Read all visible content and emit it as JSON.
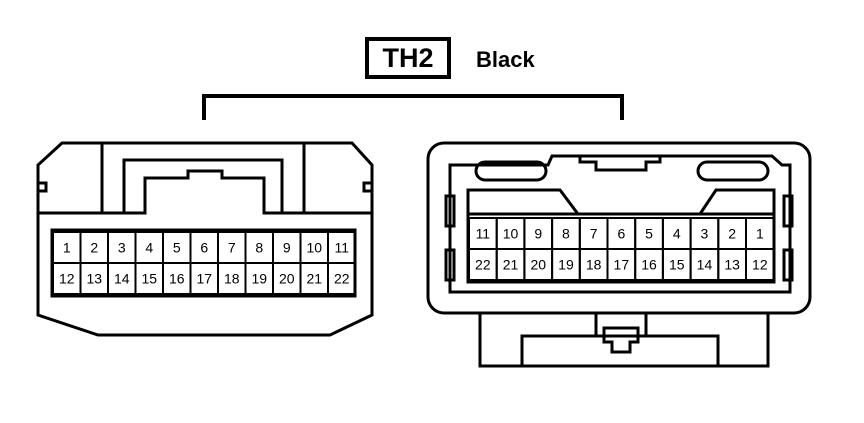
{
  "connector": {
    "code": "TH2",
    "color": "Black"
  },
  "left_face": {
    "rows": [
      [
        "1",
        "2",
        "3",
        "4",
        "5",
        "6",
        "7",
        "8",
        "9",
        "10",
        "11"
      ],
      [
        "12",
        "13",
        "14",
        "15",
        "16",
        "17",
        "18",
        "19",
        "20",
        "21",
        "22"
      ]
    ]
  },
  "right_face": {
    "rows": [
      [
        "11",
        "10",
        "9",
        "8",
        "7",
        "6",
        "5",
        "4",
        "3",
        "2",
        "1"
      ],
      [
        "22",
        "21",
        "20",
        "19",
        "18",
        "17",
        "16",
        "15",
        "14",
        "13",
        "12"
      ]
    ]
  },
  "colors": {
    "line": "#000000",
    "background": "#ffffff"
  }
}
